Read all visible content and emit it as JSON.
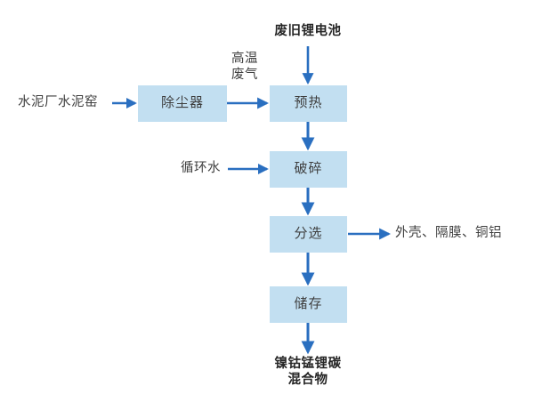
{
  "diagram": {
    "title_text": "",
    "accent_color": "#2a6fc0",
    "node_fill_color": "#c2dff1",
    "node_text_color": "#3f3f3f",
    "label_text_color": "#3f3f3f",
    "background_color": "#ffffff",
    "nodes": [
      {
        "id": "dust-collector",
        "label": "除尘器"
      },
      {
        "id": "preheat",
        "label": "预热"
      },
      {
        "id": "crush",
        "label": "破碎"
      },
      {
        "id": "sort",
        "label": "分选"
      },
      {
        "id": "storage",
        "label": "储存"
      }
    ],
    "labels": [
      {
        "id": "cement-kiln-input",
        "text": "水泥厂水泥窑",
        "bold": false
      },
      {
        "id": "hot-flue-gas",
        "text": "高温\n废气",
        "bold": false
      },
      {
        "id": "waste-battery-input",
        "text": "废旧锂电池",
        "bold": true
      },
      {
        "id": "circulating-water",
        "text": "循环水",
        "bold": false
      },
      {
        "id": "sorted-output",
        "text": "外壳、隔膜、铜铝",
        "bold": false
      },
      {
        "id": "final-product",
        "text": "镍钴锰锂碳\n混合物",
        "bold": true
      }
    ],
    "edges": [
      {
        "id": "kiln-to-dust",
        "from": "水泥厂水泥窑",
        "to": "除尘器",
        "direction": "right"
      },
      {
        "id": "dust-to-preheat",
        "from": "除尘器",
        "to": "预热",
        "direction": "right",
        "note": "高温废气"
      },
      {
        "id": "battery-to-preheat",
        "from": "废旧锂电池",
        "to": "预热",
        "direction": "down"
      },
      {
        "id": "preheat-to-crush",
        "from": "预热",
        "to": "破碎",
        "direction": "down"
      },
      {
        "id": "water-to-crush",
        "from": "循环水",
        "to": "破碎",
        "direction": "right"
      },
      {
        "id": "crush-to-sort",
        "from": "破碎",
        "to": "分选",
        "direction": "down"
      },
      {
        "id": "sort-to-byproduct",
        "from": "分选",
        "to": "外壳、隔膜、铜铝",
        "direction": "right"
      },
      {
        "id": "sort-to-storage",
        "from": "分选",
        "to": "储存",
        "direction": "down"
      },
      {
        "id": "storage-to-product",
        "from": "储存",
        "to": "镍钴锰锂碳混合物",
        "direction": "down"
      }
    ]
  }
}
